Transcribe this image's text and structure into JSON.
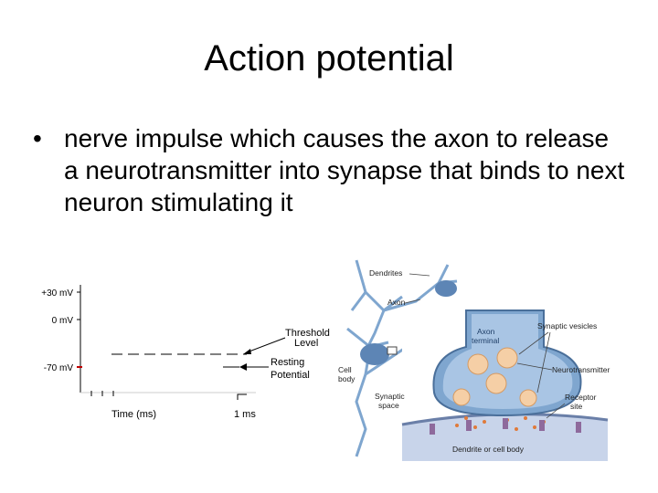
{
  "slide": {
    "title": "Action potential",
    "bullet_marker": "•",
    "bullet": "nerve impulse which causes the axon to release a neurotransmitter into synapse that binds to next neuron stimulating it"
  },
  "graph": {
    "y_labels": [
      "+30 mV",
      "0 mV",
      "-70 mV"
    ],
    "annotations": [
      "Threshold",
      "Level",
      "Resting",
      "Potential"
    ],
    "x_label": "Time (ms)",
    "scale_label": "1 ms"
  },
  "neuron_diagram": {
    "labels": {
      "dendrites": "Dendrites",
      "axon": "Axon",
      "cell_body_1": "Cell",
      "cell_body_2": "body",
      "synaptic_space_1": "Synaptic",
      "synaptic_space_2": "space",
      "axon_terminal_1": "Axon",
      "axon_terminal_2": "terminal",
      "synaptic_vesicles": "Synaptic vesicles",
      "neurotransmitter": "Neurotransmitter",
      "receptor_site_1": "Receptor",
      "receptor_site_2": "site",
      "dendrite_or_cell_body": "Dendrite or cell body"
    }
  }
}
